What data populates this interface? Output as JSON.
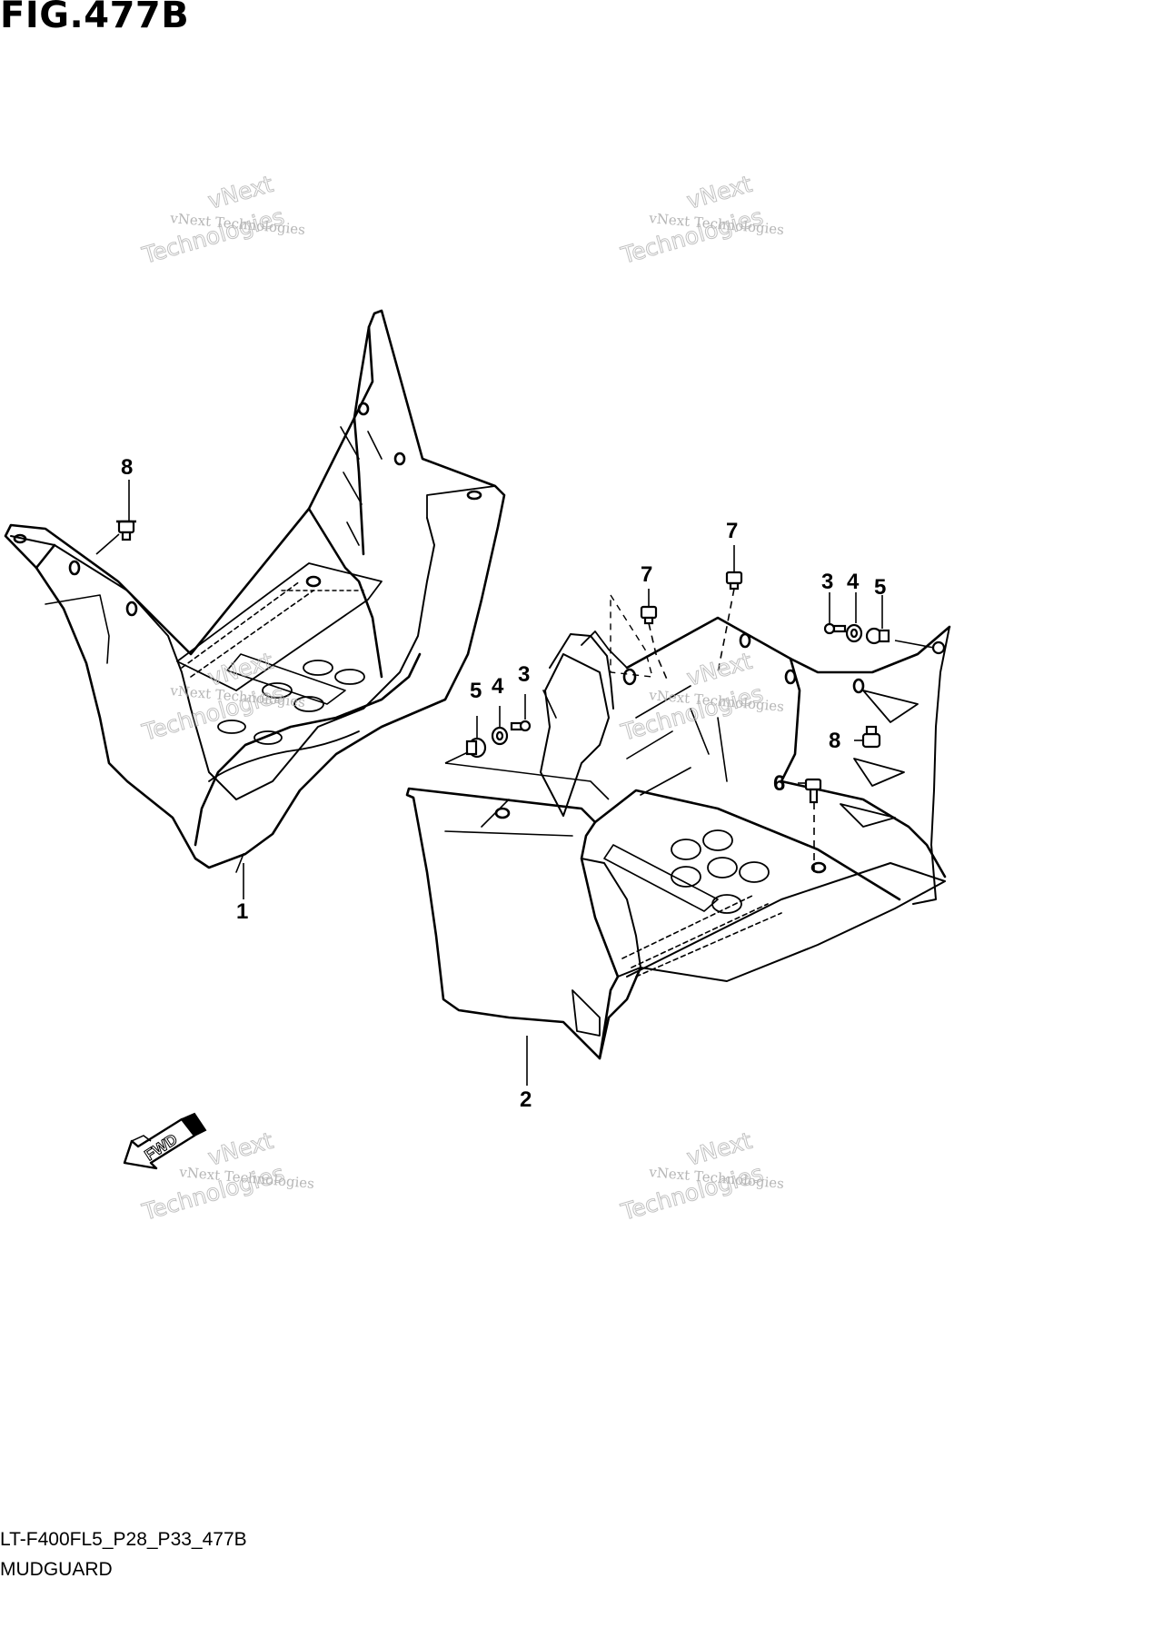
{
  "figure": {
    "title": "FIG.477B"
  },
  "callouts": [
    "8",
    "1",
    "7",
    "7",
    "3",
    "4",
    "5",
    "5",
    "4",
    "3",
    "8",
    "6",
    "2"
  ],
  "fwd_label": "FWD",
  "watermark": {
    "line1": "vNext Technologies",
    "line2": "vNext",
    "line3": "Technologies"
  },
  "footer": {
    "code": "LT-F400FL5_P28_P33_477B",
    "name": "MUDGUARD"
  },
  "colors": {
    "ink": "#000000",
    "watermark": "#b0b0b0",
    "background": "#ffffff"
  }
}
